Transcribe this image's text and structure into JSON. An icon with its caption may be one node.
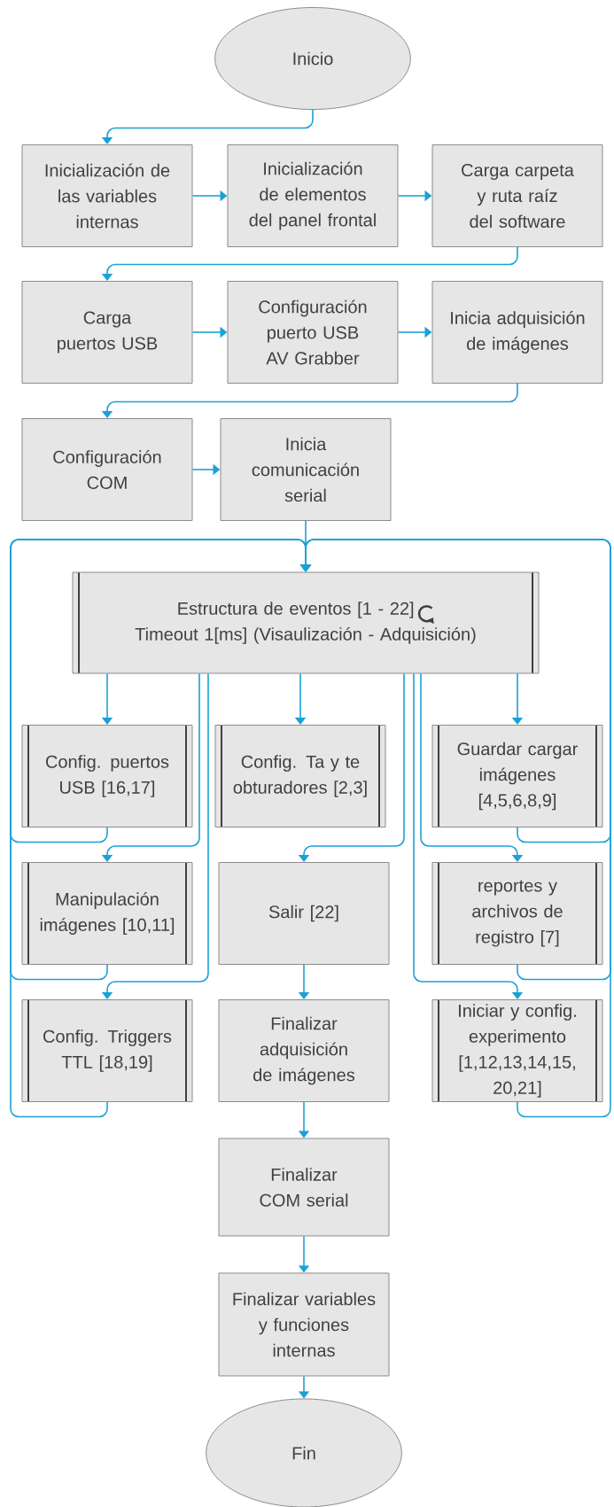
{
  "diagram": {
    "nodes": [
      {
        "text": [
          "Inicio"
        ]
      },
      {
        "text": [
          "Inicialización de las variables internas"
        ]
      },
      {
        "text": [
          "Inicialización de elementos del panel frontal"
        ]
      },
      {
        "text": [
          "Carga carpeta y ruta raíz del software"
        ]
      },
      {
        "text": [
          "Carga puertos USB"
        ]
      },
      {
        "text": [
          "Configuración puerto USB AV Grabber"
        ]
      },
      {
        "text": [
          "Inicia adquisición de imágenes"
        ]
      },
      {
        "text": [
          "Configuración COM"
        ]
      },
      {
        "text": [
          "Inicia comunicación serial"
        ]
      },
      {
        "text": [
          "Estructura de eventos [1 - 22]",
          "Timeout 1[ms] (Visaulización - Adquisición)"
        ]
      },
      {
        "text": [
          "Config. puertos USB [16,17]"
        ]
      },
      {
        "text": [
          "Config. Ta y te obturadores [2,3]"
        ]
      },
      {
        "text": [
          "Guardar cargar imágenes [4,5,6,8,9]"
        ]
      },
      {
        "text": [
          "Manipulación imágenes [10,11]"
        ]
      },
      {
        "text": [
          "Salir [22]"
        ]
      },
      {
        "text": [
          "reportes y archivos de registro [7]"
        ]
      },
      {
        "text": [
          "Config. Triggers TTL [18,19]"
        ]
      },
      {
        "text": [
          "Finalizar adquisición de imágenes"
        ]
      },
      {
        "text": [
          "Iniciar y config. experimento [1,12,13,14,15, 20,21]"
        ]
      },
      {
        "text": [
          "Finalizar COM serial"
        ]
      },
      {
        "text": [
          "Finalizar variables y funciones internas"
        ]
      },
      {
        "text": [
          "Fin"
        ]
      }
    ],
    "edges": [
      {
        "from": 0,
        "to": 1,
        "arrow": "to"
      },
      {
        "from": 1,
        "to": 2,
        "arrow": "to"
      },
      {
        "from": 2,
        "to": 3,
        "arrow": "to"
      },
      {
        "from": 3,
        "to": 4,
        "arrow": "to"
      },
      {
        "from": 4,
        "to": 5,
        "arrow": "to"
      },
      {
        "from": 5,
        "to": 6,
        "arrow": "to"
      },
      {
        "from": 6,
        "to": 7,
        "arrow": "to"
      },
      {
        "from": 7,
        "to": 8,
        "arrow": "to"
      },
      {
        "from": 8,
        "to": 9,
        "arrow": "to"
      },
      {
        "from": 9,
        "to": 10,
        "arrow": "to"
      },
      {
        "from": 9,
        "to": 11,
        "arrow": "to"
      },
      {
        "from": 9,
        "to": 12,
        "arrow": "to"
      },
      {
        "from": 10,
        "to": 9,
        "arrow": "to"
      },
      {
        "from": 9,
        "to": 13,
        "arrow": "to"
      },
      {
        "from": 9,
        "to": 14,
        "arrow": "to"
      },
      {
        "from": 12,
        "to": 9,
        "arrow": "to"
      },
      {
        "from": 9,
        "to": 15,
        "arrow": "to"
      },
      {
        "from": 13,
        "to": 9,
        "arrow": "to"
      },
      {
        "from": 9,
        "to": 16,
        "arrow": "to"
      },
      {
        "from": 14,
        "to": 17,
        "arrow": "to"
      },
      {
        "from": 15,
        "to": 9,
        "arrow": "to"
      },
      {
        "from": 9,
        "to": 18,
        "arrow": "to"
      },
      {
        "from": 16,
        "to": 9,
        "arrow": "to"
      },
      {
        "from": 17,
        "to": 19,
        "arrow": "to"
      },
      {
        "from": 18,
        "to": 9,
        "arrow": "to"
      },
      {
        "from": 19,
        "to": 20,
        "arrow": "to"
      },
      {
        "from": 20,
        "to": 21,
        "arrow": "to"
      }
    ]
  }
}
